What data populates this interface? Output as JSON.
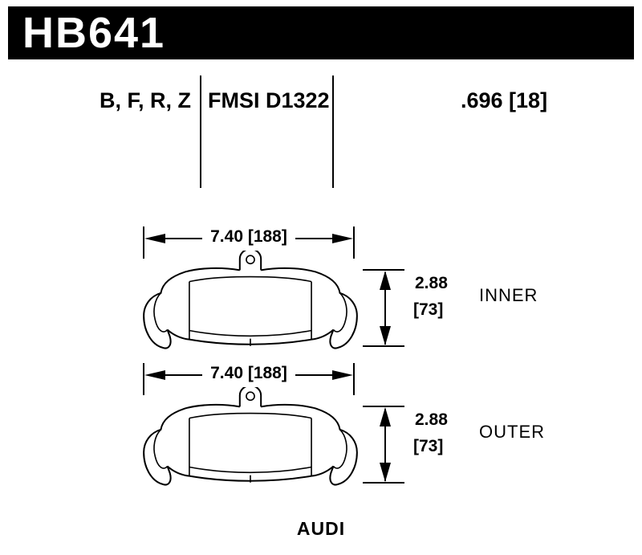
{
  "header": {
    "part_number": "HB641"
  },
  "specs": {
    "compounds": "B, F, R, Z",
    "fmsi": "FMSI D1322",
    "thickness": ".696 [18]"
  },
  "diagram": {
    "pads": [
      {
        "position": "INNER",
        "width_label": "7.40 [188]",
        "height_in": "2.88",
        "height_mm": "[73]"
      },
      {
        "position": "OUTER",
        "width_label": "7.40 [188]",
        "height_in": "2.88",
        "height_mm": "[73]"
      }
    ]
  },
  "footer": {
    "vehicle": "AUDI"
  },
  "colors": {
    "header_bg": "#000000",
    "header_fg": "#ffffff",
    "line": "#000000",
    "background": "#ffffff"
  }
}
